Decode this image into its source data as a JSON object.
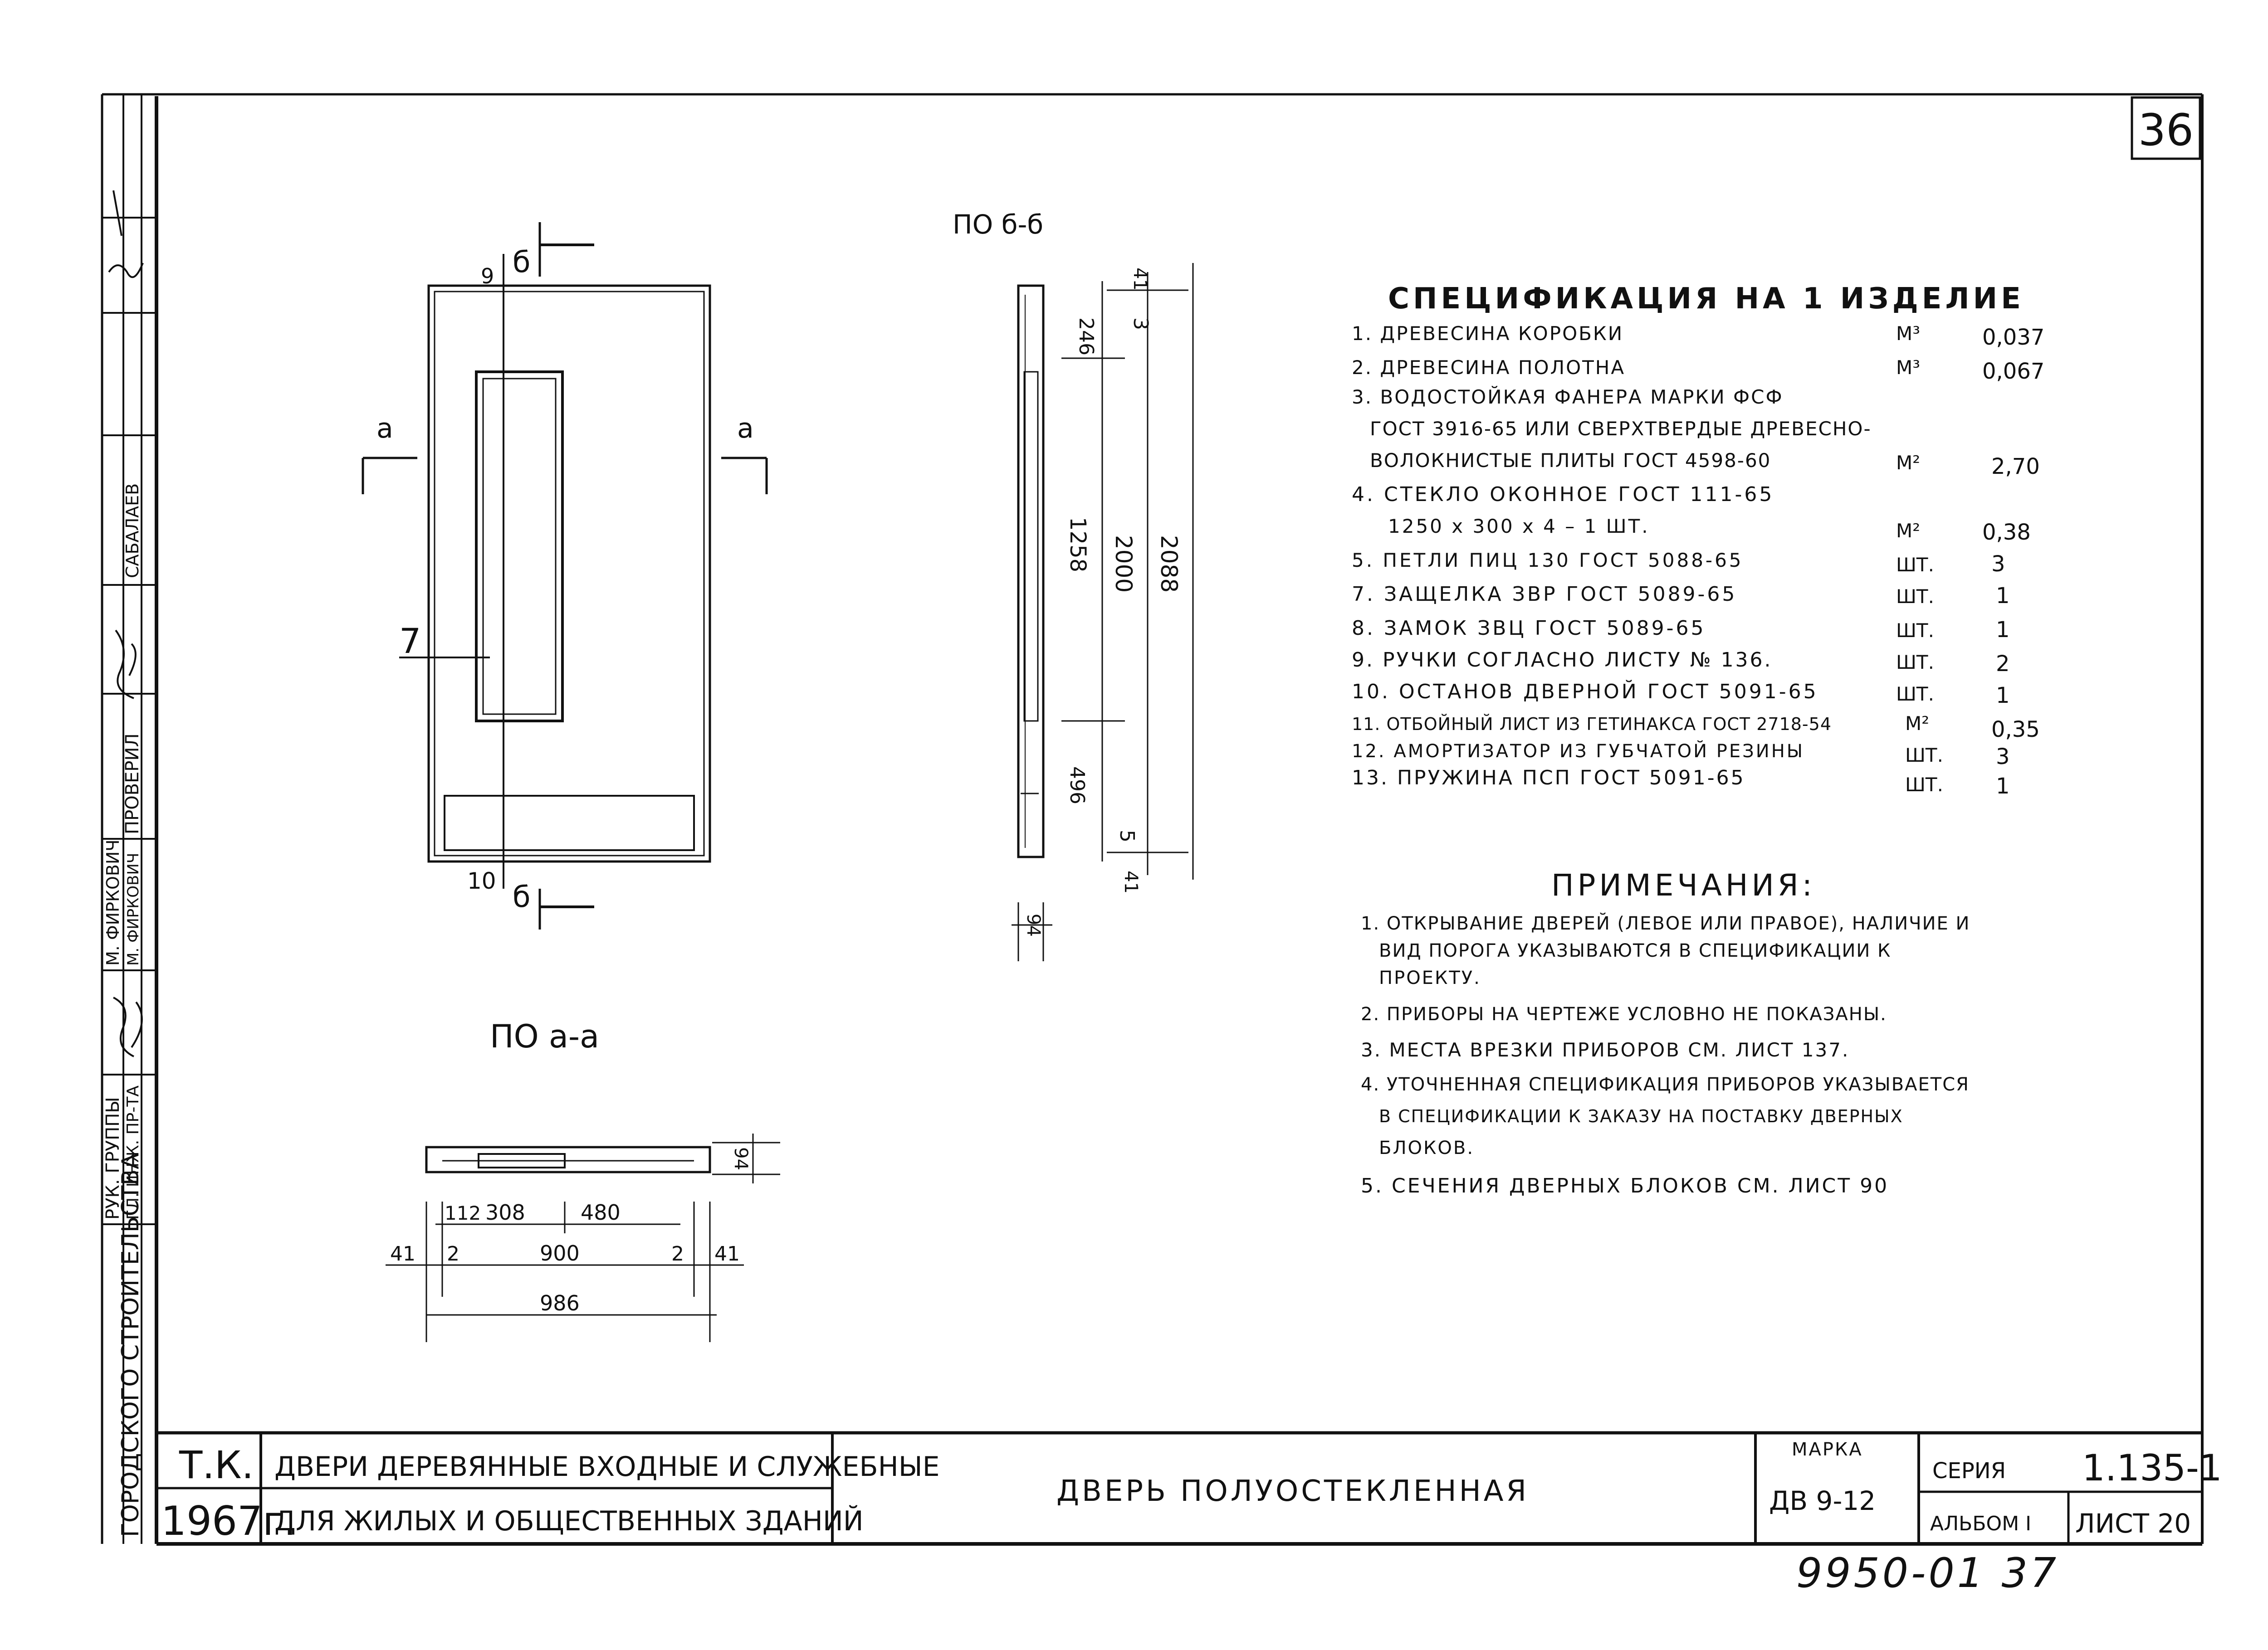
{
  "sheet_number": "36",
  "views": {
    "section_b_label": "ПО б-б",
    "section_a_label": "ПО а-а",
    "cut_a": "а",
    "cut_b": "б",
    "callout_9": "9",
    "callout_10": "10",
    "callout_7": "7"
  },
  "dims_side": {
    "d41_top": "41",
    "d3_top": "3",
    "d246": "246",
    "d1258": "1258",
    "d2000": "2000",
    "d2088": "2088",
    "d496": "496",
    "d5": "5",
    "d41_bot": "41",
    "d94": "94"
  },
  "dims_plan": {
    "d94": "94",
    "d112": "112",
    "d308": "308",
    "d480": "480",
    "d41_left": "41",
    "d2_left": "2",
    "d900": "900",
    "d2_right": "2",
    "d41_right": "41",
    "d986": "986"
  },
  "specification": {
    "title": "СПЕЦИФИКАЦИЯ НА 1 ИЗДЕЛИЕ",
    "rows": [
      {
        "text": "1. ДРЕВЕСИНА КОРОБКИ",
        "unit": "М³",
        "qty": "0,037"
      },
      {
        "text": "2. ДРЕВЕСИНА ПОЛОТНА",
        "unit": "М³",
        "qty": "0,067"
      },
      {
        "text": "3. ВОДОСТОЙКАЯ ФАНЕРА МАРКИ ФСФ",
        "unit": "",
        "qty": ""
      },
      {
        "text": "ГОСТ 3916-65 ИЛИ СВЕРХТВЕРДЫЕ ДРЕВЕСНО-",
        "unit": "",
        "qty": ""
      },
      {
        "text": "ВОЛОКНИСТЫЕ ПЛИТЫ ГОСТ 4598-60",
        "unit": "М²",
        "qty": "2,70"
      },
      {
        "text": "4. СТЕКЛО ОКОННОЕ ГОСТ 111-65",
        "unit": "",
        "qty": ""
      },
      {
        "text": "1250 х 300 х 4 – 1 ШТ.",
        "unit": "М²",
        "qty": "0,38"
      },
      {
        "text": "5. ПЕТЛИ ПИЦ 130 ГОСТ 5088-65",
        "unit": "ШТ.",
        "qty": "3"
      },
      {
        "text": "7. ЗАЩЕЛКА ЗВР ГОСТ 5089-65",
        "unit": "ШТ.",
        "qty": "1"
      },
      {
        "text": "8. ЗАМОК ЗВЦ ГОСТ 5089-65",
        "unit": "ШТ.",
        "qty": "1"
      },
      {
        "text": "9. РУЧКИ СОГЛАСНО ЛИСТУ № 136.",
        "unit": "ШТ.",
        "qty": "2"
      },
      {
        "text": "10. ОСТАНОВ ДВЕРНОЙ ГОСТ 5091-65",
        "unit": "ШТ.",
        "qty": "1"
      },
      {
        "text": "11. ОТБОЙНЫЙ ЛИСТ ИЗ ГЕТИНАКСА ГОСТ 2718-54",
        "unit": "М²",
        "qty": "0,35"
      },
      {
        "text": "12. АМОРТИЗАТОР ИЗ ГУБЧАТОЙ РЕЗИНЫ",
        "unit": "ШТ.",
        "qty": "3"
      },
      {
        "text": "13. ПРУЖИНА ПСП ГОСТ 5091-65",
        "unit": "ШТ.",
        "qty": "1"
      }
    ]
  },
  "notes": {
    "title": "ПРИМЕЧАНИЯ:",
    "lines": [
      "1. ОТКРЫВАНИЕ ДВЕРЕЙ (ЛЕВОЕ ИЛИ ПРАВОЕ), НАЛИЧИЕ И",
      "ВИД ПОРОГА УКАЗЫВАЮТСЯ В СПЕЦИФИКАЦИИ К",
      "ПРОЕКТУ.",
      "2. ПРИБОРЫ НА ЧЕРТЕЖЕ УСЛОВНО НЕ ПОКАЗАНЫ.",
      "3. МЕСТА ВРЕЗКИ ПРИБОРОВ СМ. ЛИСТ 137.",
      "4. УТОЧНЕННАЯ СПЕЦИФИКАЦИЯ ПРИБОРОВ УКАЗЫВАЕТСЯ",
      "В СПЕЦИФИКАЦИИ К ЗАКАЗУ НА ПОСТАВКУ ДВЕРНЫХ",
      "БЛОКОВ.",
      "5. СЕЧЕНИЯ ДВЕРНЫХ БЛОКОВ СМ. ЛИСТ 90"
    ]
  },
  "title_block": {
    "tk": "Т.К.",
    "year": "1967г.",
    "series_title_1": "ДВЕРИ ДЕРЕВЯННЫЕ ВХОДНЫЕ И СЛУЖЕБНЫЕ",
    "series_title_2": "ДЛЯ ЖИЛЫХ И ОБЩЕСТВЕННЫХ ЗДАНИЙ",
    "drawing_title": "ДВЕРЬ ПОЛУОСТЕКЛЕННАЯ",
    "mark_label": "МАРКА",
    "mark_value": "ДВ 9-12",
    "series_label": "СЕРИЯ",
    "series_value": "1.135-1",
    "album": "АЛЬБОМ I",
    "sheet": "ЛИСТ 20"
  },
  "side_stamp": {
    "org": "ГОРОДСКОГО СТРОИТЕЛЬСТВА",
    "role1": "РУК. ГРУППЫ",
    "role2": "ГЛ. ИНЖ. ПР-ТА",
    "name1": "М. ФИРКОВИЧ",
    "name2": "М. ФИРКОВИЧ",
    "checked": "ПРОВЕРИЛ",
    "name3": "САБАЛАЕВ"
  },
  "archive_number": "9950-01 37"
}
